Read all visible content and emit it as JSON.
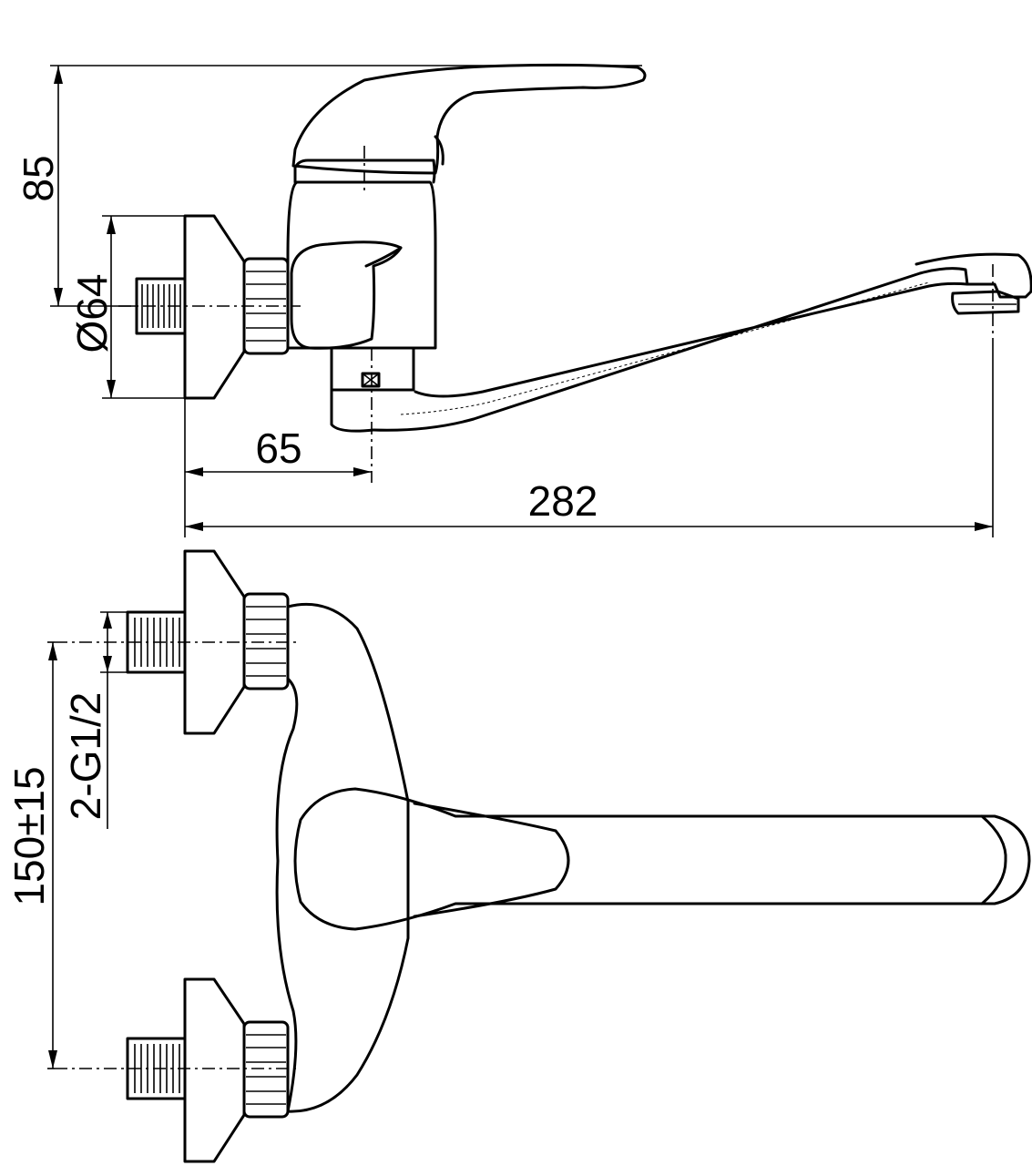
{
  "dimensions": {
    "height": "85",
    "flange_diameter": "Ø64",
    "inlet_to_body": "65",
    "overall_length": "282",
    "center_distance": "150±15",
    "thread": "2-G1/2"
  }
}
